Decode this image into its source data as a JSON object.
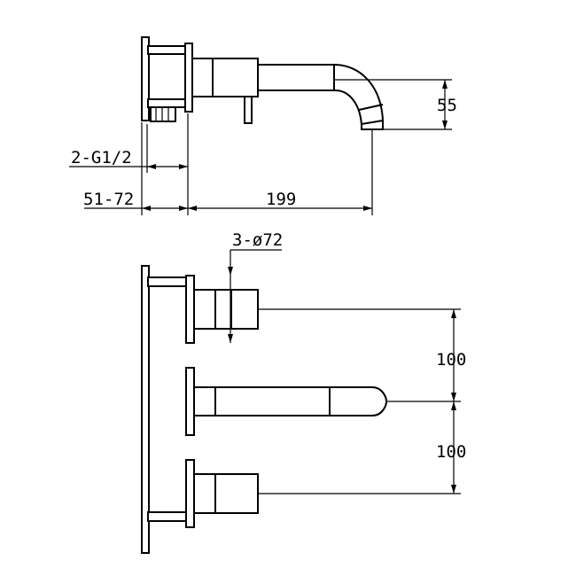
{
  "dimensions": {
    "thread": "2-G1/2",
    "wall_depth": "51-72",
    "spout_length": "199",
    "spout_height": "55",
    "rosette": "3-ø72",
    "spacing_upper": "100",
    "spacing_lower": "100"
  },
  "colors": {
    "line": "#000000",
    "background": "#ffffff"
  }
}
